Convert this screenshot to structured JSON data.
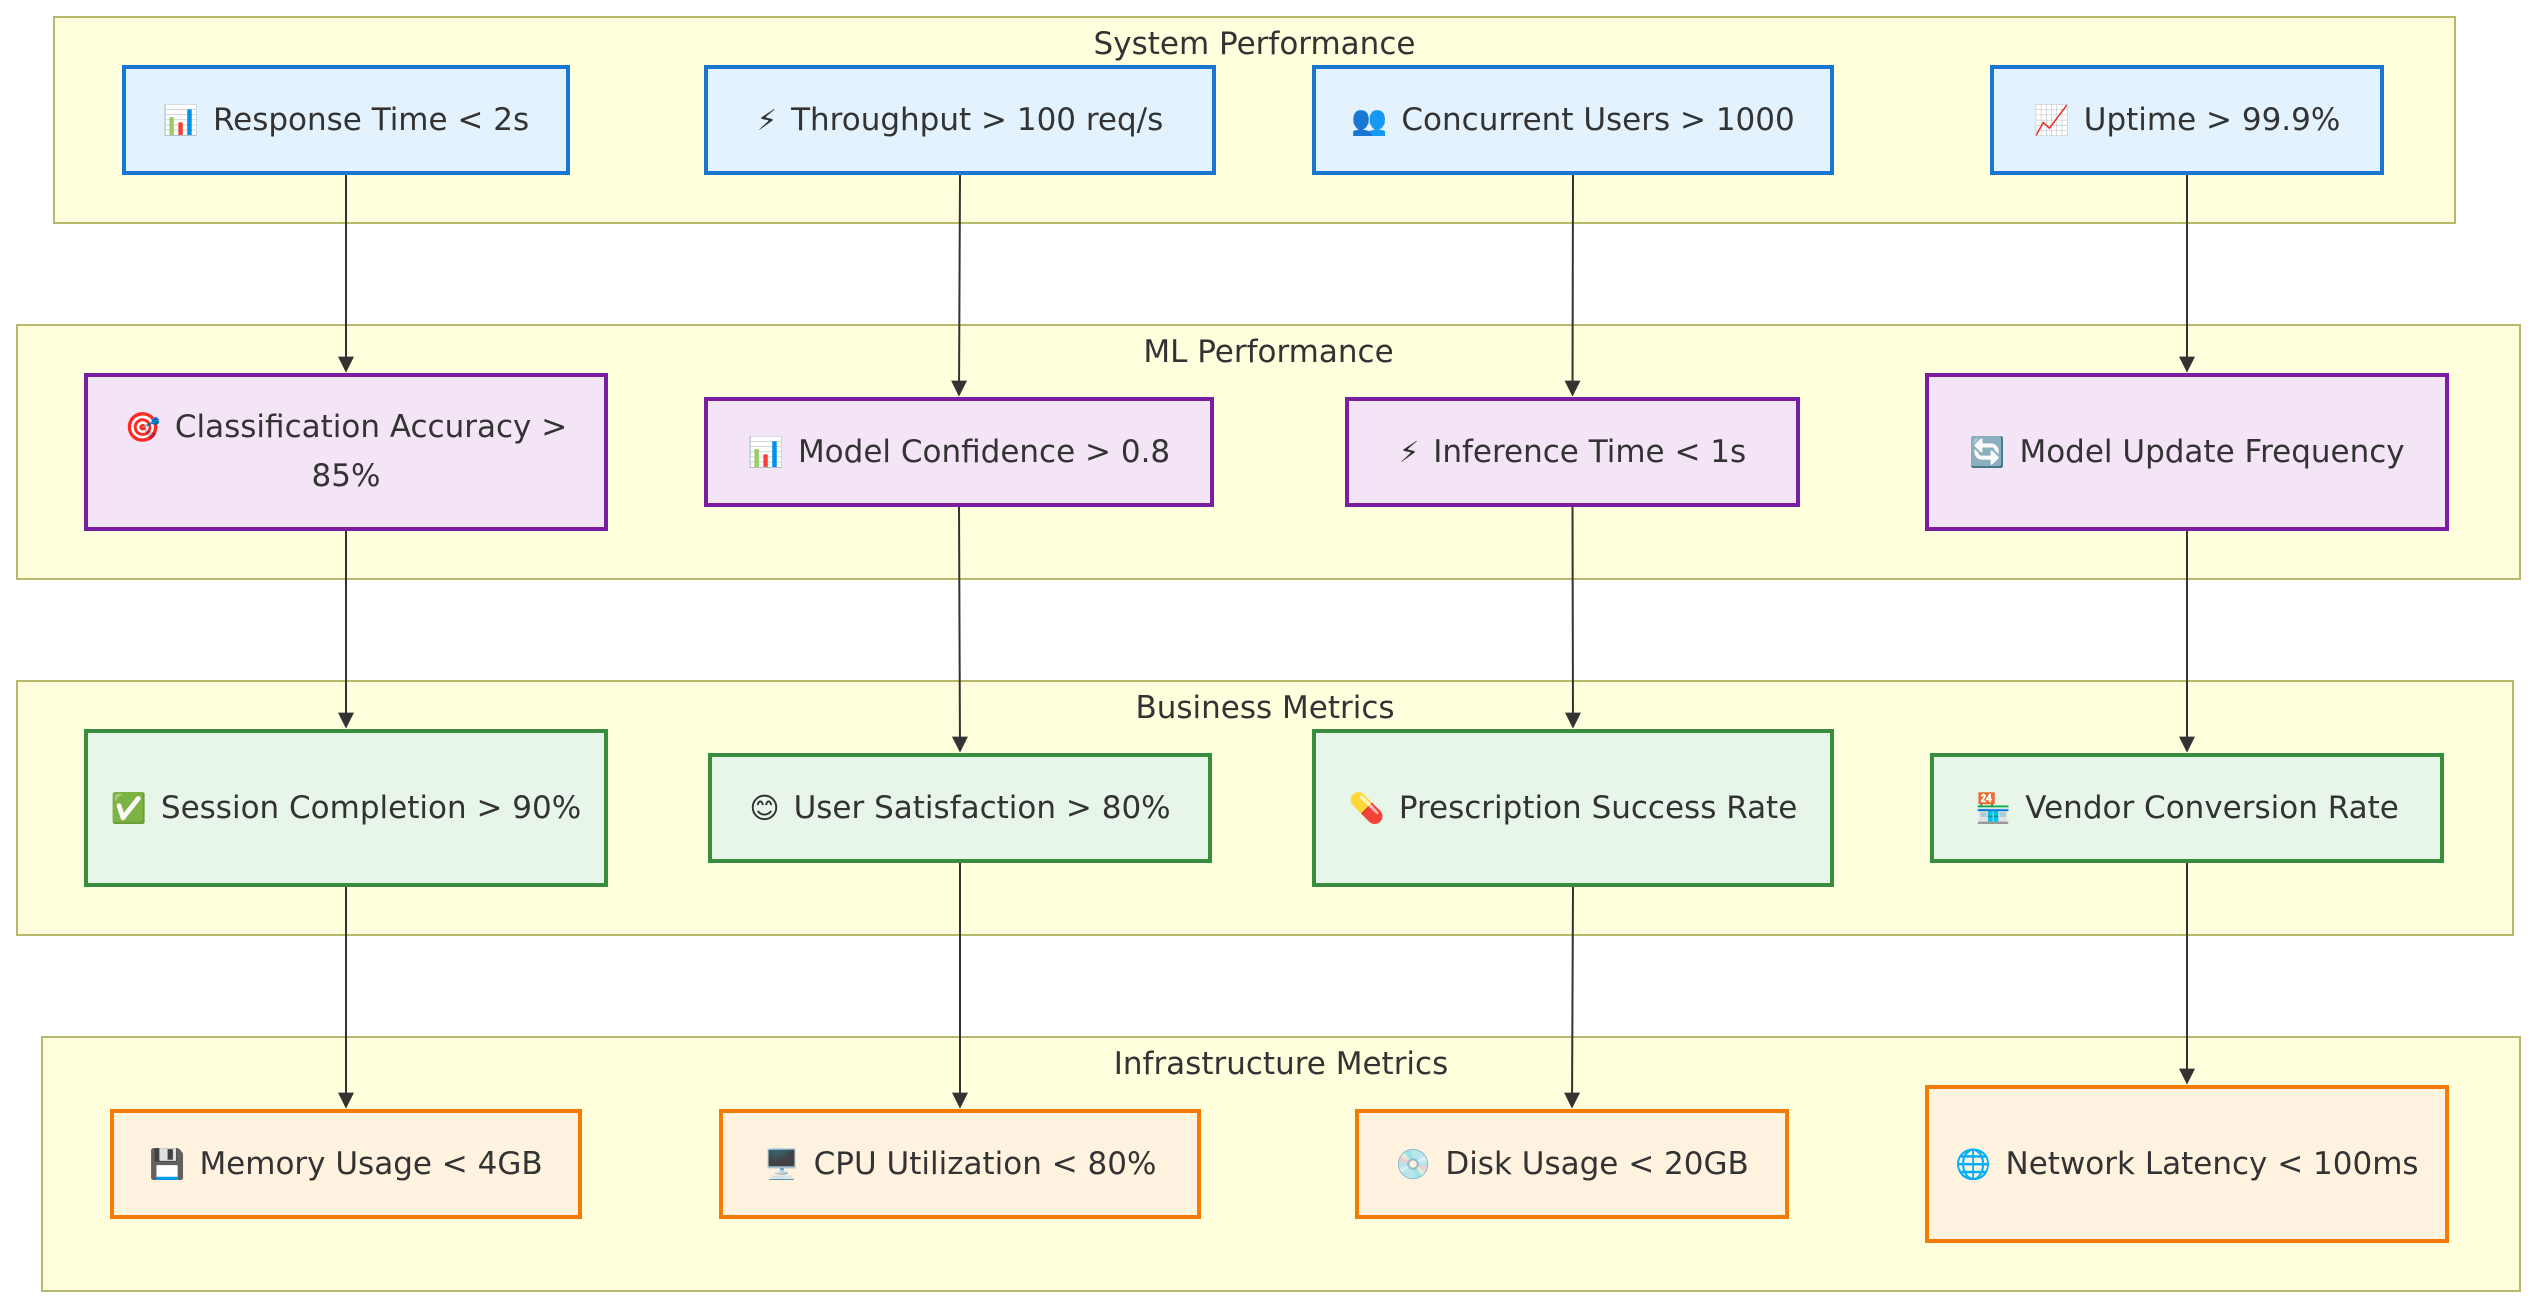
{
  "groups": {
    "system": "System Performance",
    "ml": "ML Performance",
    "business": "Business Metrics",
    "infrastructure": "Infrastructure Metrics"
  },
  "nodes": {
    "response_time": {
      "icon": "📊",
      "icon_name": "bar-chart-icon",
      "label": "Response Time < 2s"
    },
    "throughput": {
      "icon": "⚡",
      "icon_name": "lightning-icon",
      "label": "Throughput > 100 req/s"
    },
    "concurrent_users": {
      "icon": "👥",
      "icon_name": "users-icon",
      "label": "Concurrent Users > 1000"
    },
    "uptime": {
      "icon": "📈",
      "icon_name": "trend-up-icon",
      "label": "Uptime > 99.9%"
    },
    "classification": {
      "icon": "🎯",
      "icon_name": "target-icon",
      "label": "Classification Accuracy > 85%"
    },
    "confidence": {
      "icon": "📊",
      "icon_name": "bar-chart-icon",
      "label": "Model Confidence > 0.8"
    },
    "inference": {
      "icon": "⚡",
      "icon_name": "lightning-icon",
      "label": "Inference Time < 1s"
    },
    "model_update": {
      "icon": "🔄",
      "icon_name": "refresh-icon",
      "label": "Model Update Frequency"
    },
    "session": {
      "icon": "✅",
      "icon_name": "check-icon",
      "label": "Session Completion > 90%"
    },
    "satisfaction": {
      "icon": "😊",
      "icon_name": "smile-icon",
      "label": "User Satisfaction > 80%"
    },
    "prescription": {
      "icon": "💊",
      "icon_name": "pill-icon",
      "label": "Prescription Success Rate"
    },
    "vendor": {
      "icon": "🏪",
      "icon_name": "store-icon",
      "label": "Vendor Conversion Rate"
    },
    "memory": {
      "icon": "💾",
      "icon_name": "floppy-icon",
      "label": "Memory Usage < 4GB"
    },
    "cpu": {
      "icon": "🖥️",
      "icon_name": "monitor-icon",
      "label": "CPU Utilization < 80%"
    },
    "disk": {
      "icon": "💿",
      "icon_name": "disc-icon",
      "label": "Disk Usage < 20GB"
    },
    "network": {
      "icon": "🌐",
      "icon_name": "globe-icon",
      "label": "Network Latency < 100ms"
    }
  },
  "edges": [
    [
      "response_time",
      "classification"
    ],
    [
      "throughput",
      "confidence"
    ],
    [
      "concurrent_users",
      "inference"
    ],
    [
      "uptime",
      "model_update"
    ],
    [
      "classification",
      "session"
    ],
    [
      "confidence",
      "satisfaction"
    ],
    [
      "inference",
      "prescription"
    ],
    [
      "model_update",
      "vendor"
    ],
    [
      "session",
      "memory"
    ],
    [
      "satisfaction",
      "cpu"
    ],
    [
      "prescription",
      "disk"
    ],
    [
      "vendor",
      "network"
    ]
  ],
  "colors": {
    "group_fill": "#ffffde",
    "group_border": "#b8b86a",
    "system": "#1976d2",
    "ml": "#7b1fa2",
    "business": "#388e3c",
    "infrastructure": "#f57c00",
    "edge": "#333333"
  }
}
